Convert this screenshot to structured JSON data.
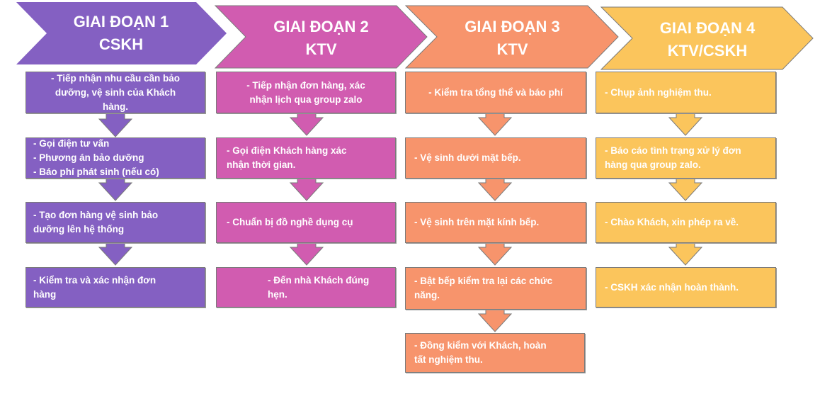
{
  "colors": {
    "stage1": "#8460c2",
    "stage2": "#d15cb0",
    "stage3": "#f7946c",
    "stage4": "#fbc55c",
    "text": "#ffffff",
    "outline": "#7a7a7a"
  },
  "stages": [
    {
      "title": "GIAI ĐOẠN 1\nCSKH",
      "steps": [
        "- Tiếp nhận nhu cầu cần bảo\ndưỡng, vệ sinh của Khách\nhàng.",
        "- Gọi điện tư vấn\n- Phương án bảo dưỡng\n- Báo phí phát sinh (nếu có)",
        "- Tạo đơn hàng vệ sinh bảo\ndưỡng lên hệ thống",
        "- Kiểm tra và xác nhận đơn\nhàng"
      ]
    },
    {
      "title": "GIAI ĐOẠN 2\nKTV",
      "steps": [
        "- Tiếp nhận đơn hàng, xác\nnhận lịch qua group zalo",
        "- Gọi điện Khách hàng xác\nnhận thời gian.",
        "- Chuẩn bị đồ nghề dụng cụ",
        "- Đến nhà Khách đúng\nhẹn."
      ]
    },
    {
      "title": "GIAI ĐOẠN 3\nKTV",
      "steps": [
        "- Kiểm tra tổng thể và báo phí",
        "- Vệ sinh dưới mặt bếp.",
        "- Vệ sinh trên mặt kính bếp.",
        "- Bật bếp kiểm tra lại các chức\nnăng.",
        "- Đồng kiểm với Khách, hoàn\ntất nghiệm thu."
      ]
    },
    {
      "title": "GIAI ĐOẠN 4\nKTV/CSKH",
      "steps": [
        "- Chụp ảnh nghiệm thu.",
        "- Báo cáo tình trạng xử lý đơn\nhàng qua group zalo.",
        "- Chào Khách, xin phép ra về.",
        "- CSKH xác nhận hoàn thành."
      ]
    }
  ]
}
